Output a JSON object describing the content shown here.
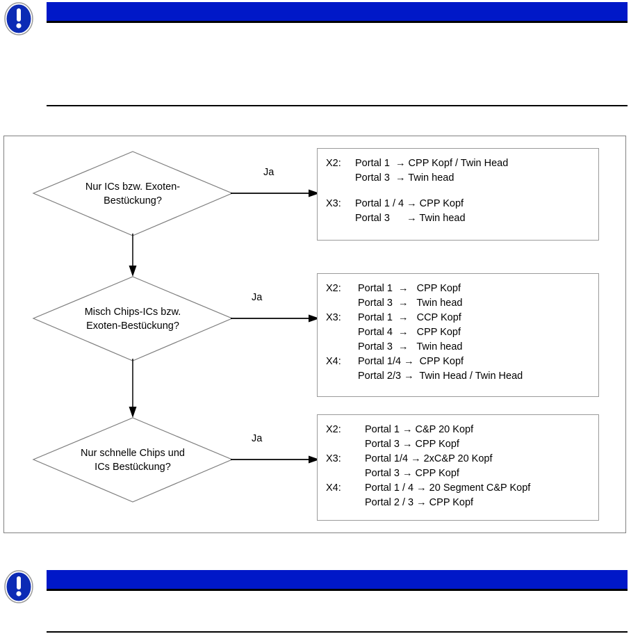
{
  "page": {
    "top_note": {
      "icon": "exclamation-circle-icon",
      "bar_color": "#0018C8",
      "bar_text": ""
    },
    "bottom_note": {
      "icon": "exclamation-circle-icon",
      "bar_color": "#0018C8",
      "bar_text": ""
    }
  },
  "flowchart": {
    "edge_label_yes": "Ja",
    "nodes": [
      {
        "id": "decision-1",
        "type": "decision",
        "text": "Nur ICs bzw. Exoten-\nBestückung?"
      },
      {
        "id": "decision-2",
        "type": "decision",
        "text": "Misch Chips-ICs bzw.\nExoten-Bestückung?"
      },
      {
        "id": "decision-3",
        "type": "decision",
        "text": "Nur schnelle Chips und\nICs Bestückung?"
      }
    ],
    "results": [
      {
        "id": "result-1",
        "lines": [
          {
            "tag": "X2:",
            "text": "Portal 1  → CPP Kopf / Twin Head"
          },
          {
            "tag": "",
            "text": "Portal 3  → Twin head"
          },
          {
            "tag": "",
            "text": ""
          },
          {
            "tag": "X3:",
            "text": "Portal 1 / 4 → CPP Kopf"
          },
          {
            "tag": "",
            "text": "Portal 3      → Twin head"
          }
        ]
      },
      {
        "id": "result-2",
        "lines": [
          {
            "tag": "X2:",
            "text": "Portal 1  →   CPP Kopf"
          },
          {
            "tag": "",
            "text": "Portal 3  →   Twin head"
          },
          {
            "tag": "X3:",
            "text": "Portal 1  →   CCP Kopf"
          },
          {
            "tag": "",
            "text": "Portal 4  →   CPP Kopf"
          },
          {
            "tag": "",
            "text": "Portal 3  →   Twin head"
          },
          {
            "tag": "X4:",
            "text": "Portal 1/4 →  CPP Kopf"
          },
          {
            "tag": "",
            "text": "Portal 2/3 →  Twin Head / Twin Head"
          }
        ]
      },
      {
        "id": "result-3",
        "lines": [
          {
            "tag": "X2:",
            "text": "Portal 1 → C&P 20 Kopf"
          },
          {
            "tag": "",
            "text": "Portal 3 → CPP Kopf"
          },
          {
            "tag": "X3:",
            "text": "Portal 1/4 → 2xC&P 20 Kopf"
          },
          {
            "tag": "",
            "text": "Portal 3 → CPP Kopf"
          },
          {
            "tag": "X4:",
            "text": "Portal 1 / 4 → 20 Segment C&P Kopf"
          },
          {
            "tag": "",
            "text": "Portal 2 / 3 → CPP Kopf"
          }
        ]
      }
    ]
  }
}
